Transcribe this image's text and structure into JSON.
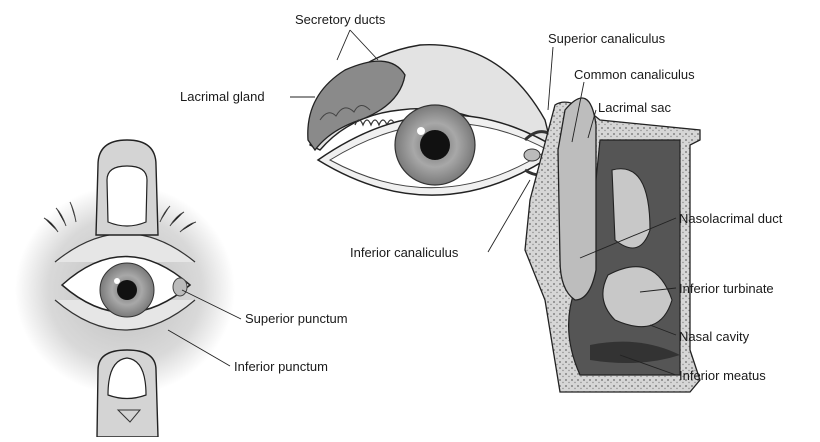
{
  "labels": {
    "secretory_ducts": "Secretory ducts",
    "lacrimal_gland": "Lacrimal gland",
    "superior_canaliculus": "Superior canaliculus",
    "common_canaliculus": "Common canaliculus",
    "lacrimal_sac": "Lacrimal sac",
    "nasolacrimal_duct": "Nasolacrimal duct",
    "inferior_canaliculus": "Inferior canaliculus",
    "inferior_turbinate": "Inferior turbinate",
    "nasal_cavity": "Nasal cavity",
    "inferior_meatus": "Inferior meatus",
    "superior_punctum": "Superior punctum",
    "inferior_punctum": "Inferior punctum"
  },
  "colors": {
    "ink": "#1a1a1a",
    "iris": "#9a9a9a",
    "gland": "#7d7d7d",
    "tissue": "#cfcfcf",
    "cavity_dark": "#555555"
  }
}
